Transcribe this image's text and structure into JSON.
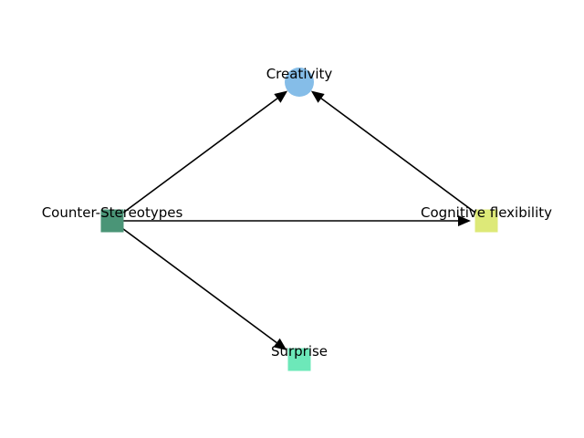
{
  "diagram": {
    "nodes": [
      {
        "id": "creativity",
        "label": "Creativity",
        "shape": "circle",
        "color": "#85bde8"
      },
      {
        "id": "counter",
        "label": "Counter-Stereotypes",
        "shape": "square",
        "color": "#4a9577"
      },
      {
        "id": "cognitive",
        "label": "Cognitive flexibility",
        "shape": "square",
        "color": "#dde978"
      },
      {
        "id": "surprise",
        "label": "Surprise",
        "shape": "square",
        "color": "#6de8b9"
      }
    ],
    "edges": [
      {
        "from": "counter",
        "to": "creativity"
      },
      {
        "from": "cognitive",
        "to": "creativity"
      },
      {
        "from": "counter",
        "to": "cognitive"
      },
      {
        "from": "counter",
        "to": "surprise"
      }
    ],
    "edge_color": "#000000"
  }
}
